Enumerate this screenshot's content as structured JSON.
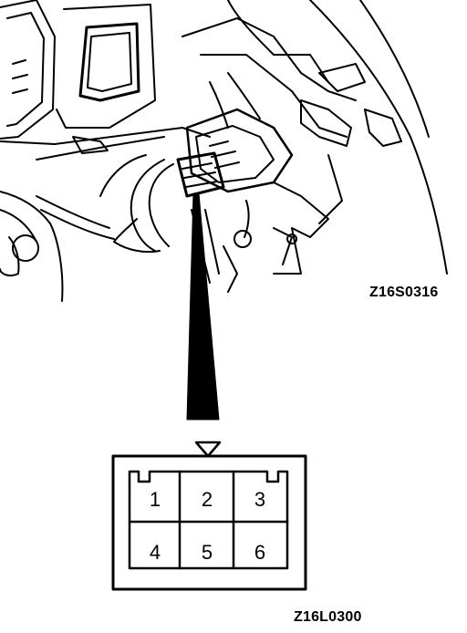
{
  "figure_codes": {
    "location_view": "Z16S0316",
    "connector_view": "Z16L0300"
  },
  "connector": {
    "pins_top_row": [
      "1",
      "2",
      "3"
    ],
    "pins_bottom_row": [
      "4",
      "5",
      "6"
    ]
  }
}
